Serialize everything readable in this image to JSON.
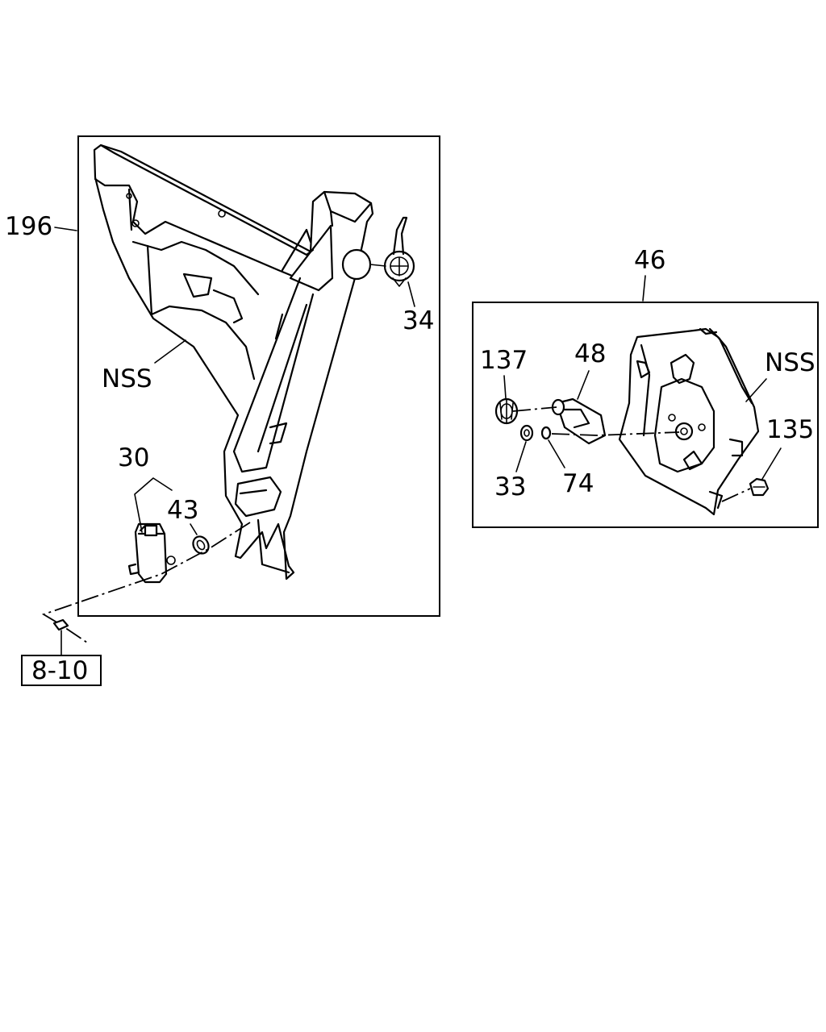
{
  "diagram": {
    "left_panel": {
      "ref": "196",
      "labels": {
        "nss": "NSS",
        "cap": "34",
        "pump": "30",
        "grommet": "43"
      }
    },
    "right_panel": {
      "ref": "46",
      "labels": {
        "nut": "137",
        "motor": "48",
        "nss": "NSS",
        "clip": "135",
        "washer1": "33",
        "washer2": "74"
      }
    },
    "connector_ref": "8-10"
  }
}
